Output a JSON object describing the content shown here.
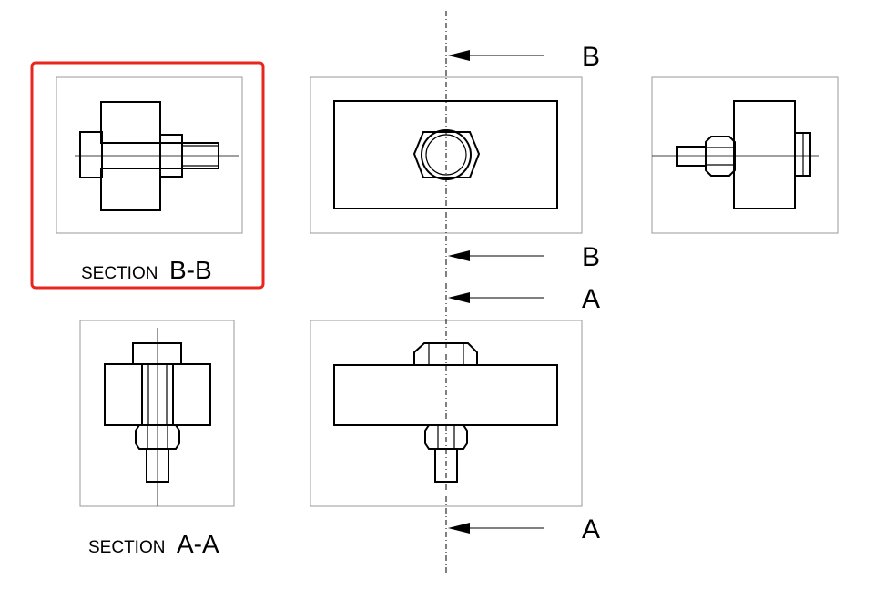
{
  "section_bb": {
    "prefix": "SECTION",
    "name": "B-B"
  },
  "section_aa": {
    "prefix": "SECTION",
    "name": "A-A"
  },
  "cutting_planes": {
    "b_top": "B",
    "b_bottom": "B",
    "a_top": "A",
    "a_bottom": "A"
  },
  "colors": {
    "highlight": "#e8261e",
    "view_frame": "#9a9a9a",
    "line": "#000000"
  }
}
